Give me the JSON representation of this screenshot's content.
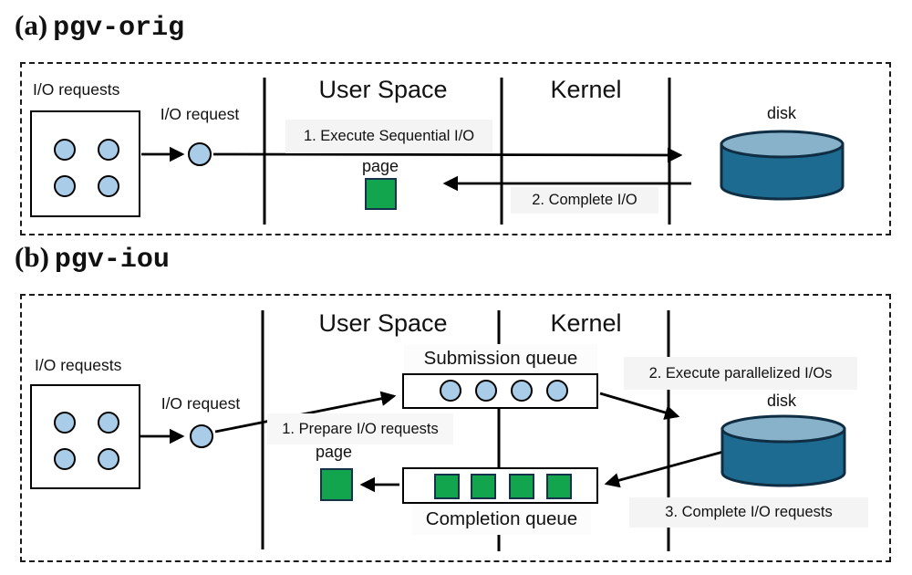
{
  "colors": {
    "request_dot_fill": "#a9cce8",
    "page_square_fill": "#12a54e",
    "disk_body": "#1e6b91",
    "disk_top": "#88b2c9",
    "step_label_bg": "#f4f4f4",
    "line": "#000000"
  },
  "panel_a": {
    "index_label": "(a)",
    "title": "pgv-orig",
    "user_space_heading": "User Space",
    "kernel_heading": "Kernel",
    "io_requests_label": "I/O requests",
    "io_request_label": "I/O request",
    "step_1": "1. Execute Sequential I/O",
    "step_2": "2. Complete I/O",
    "page_label": "page",
    "disk_label": "disk"
  },
  "panel_b": {
    "index_label": "(b)",
    "title": "pgv-iou",
    "user_space_heading": "User Space",
    "kernel_heading": "Kernel",
    "io_requests_label": "I/O requests",
    "io_request_label": "I/O request",
    "submission_queue_label": "Submission queue",
    "completion_queue_label": "Completion queue",
    "step_1": "1. Prepare I/O requests",
    "step_2": "2. Execute parallelized I/Os",
    "step_3": "3. Complete I/O requests",
    "page_label": "page",
    "disk_label": "disk"
  }
}
